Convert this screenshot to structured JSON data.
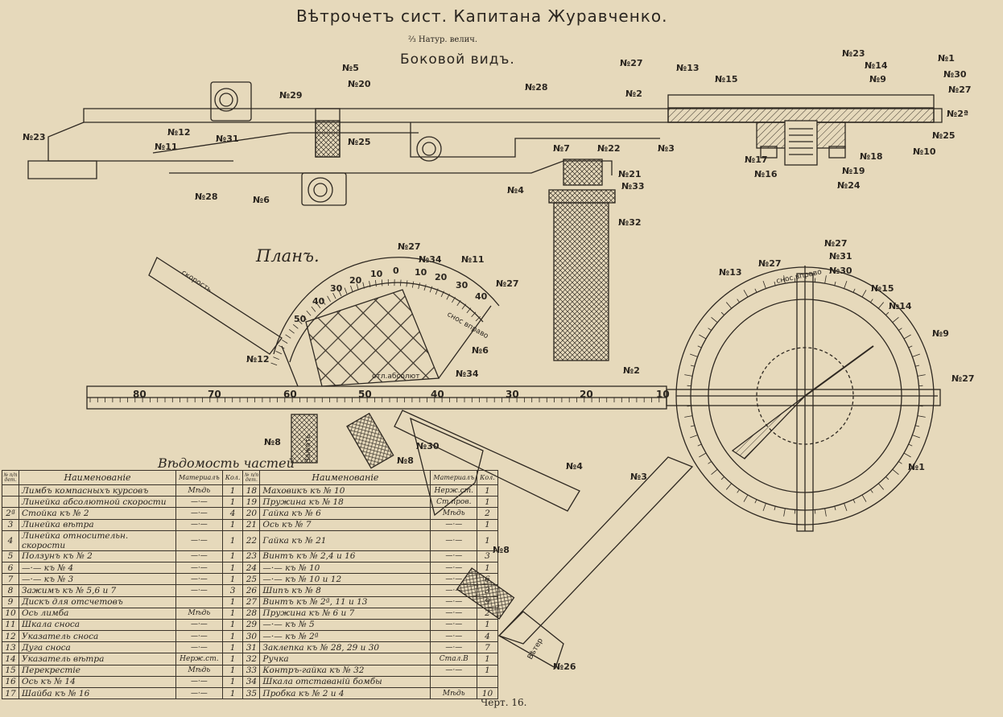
{
  "header": {
    "title": "Вѣтрочетъ сист. Капитана Журавченко.",
    "scale": "⅔ Натур. велич.",
    "side_view": "Боковой видъ.",
    "plan_view": "Планъ.",
    "parts_title": "Вѣдомость частей",
    "caption": "Черт. 16."
  },
  "side_labels": [
    "№23",
    "№12",
    "№11",
    "№29",
    "№31",
    "№5",
    "№20",
    "№25",
    "№28",
    "№6",
    "№28",
    "№7",
    "№22",
    "№21",
    "№33",
    "№32",
    "№4",
    "№3",
    "№2",
    "№27",
    "№13",
    "№15",
    "№23",
    "№14",
    "№9",
    "№1",
    "№30",
    "№27",
    "№2ª",
    "№25",
    "№10",
    "№18",
    "№19",
    "№24",
    "№17",
    "№16"
  ],
  "plan_labels": [
    "№27",
    "№34",
    "№11",
    "№27",
    "№6",
    "№34",
    "№12",
    "№2",
    "№8",
    "№8",
    "№30",
    "№4",
    "№3",
    "№8",
    "№26",
    "№27",
    "№31",
    "№30",
    "№13",
    "№27",
    "№15",
    "№14",
    "№9",
    "№27",
    "№1"
  ],
  "scale_marks": {
    "rule": [
      "80",
      "70",
      "60",
      "50",
      "40",
      "30",
      "20",
      "10"
    ],
    "arc": [
      "50",
      "40",
      "30",
      "20",
      "10",
      "0",
      "10",
      "20",
      "30",
      "40"
    ],
    "dial_tag": "снос вправо",
    "plate_tag": "отл.абсолют",
    "sector_tag": "снос вправо",
    "arm_tag": "скорость",
    "clamp_tag": "Зажать",
    "sight_tag": "Вѣтер"
  },
  "table": {
    "headers": [
      "№ п/п дет.",
      "Наименованіе",
      "Материалъ",
      "Кол.",
      "№ п/п дет.",
      "Наименованіе",
      "Материалъ",
      "Кол."
    ],
    "rows_left": [
      [
        "",
        "Лимбъ компасныхъ курсовъ",
        "Мѣдь",
        "1"
      ],
      [
        "",
        "Линейка абсолютной скорости",
        "—·—",
        "1"
      ],
      [
        "2ª",
        "Стойка къ № 2",
        "—·—",
        "4"
      ],
      [
        "3",
        "Линейка вѣтра",
        "—·—",
        "1"
      ],
      [
        "4",
        "Линейка относительн. скорости",
        "—·—",
        "1"
      ],
      [
        "5",
        "Ползунъ къ № 2",
        "—·—",
        "1"
      ],
      [
        "6",
        "—·— къ № 4",
        "—·—",
        "1"
      ],
      [
        "7",
        "—·— къ № 3",
        "—·—",
        "1"
      ],
      [
        "8",
        "Зажимъ къ № 5,6 и 7",
        "—·—",
        "3"
      ],
      [
        "9",
        "Дискъ для отсчетовъ",
        "",
        "1"
      ],
      [
        "10",
        "Ось лимба",
        "Мѣдь",
        "1"
      ],
      [
        "11",
        "Шкала сноса",
        "—·—",
        "1"
      ],
      [
        "12",
        "Указатель сноса",
        "—·—",
        "1"
      ],
      [
        "13",
        "Дуга сноса",
        "—·—",
        "1"
      ],
      [
        "14",
        "Указатель вѣтра",
        "Нерж.ст.",
        "1"
      ],
      [
        "15",
        "Перекрестіе",
        "Мѣдь",
        "1"
      ],
      [
        "16",
        "Ось къ № 14",
        "—·—",
        "1"
      ],
      [
        "17",
        "Шайба къ № 16",
        "—·—",
        "1"
      ]
    ],
    "rows_right": [
      [
        "18",
        "Маховикъ къ № 10",
        "Нерж.ст.",
        "1"
      ],
      [
        "19",
        "Пружина къ № 18",
        "Ст.пров.",
        "1"
      ],
      [
        "20",
        "Гайка къ № 6",
        "Мѣдь",
        "2"
      ],
      [
        "21",
        "Ось къ № 7",
        "—·—",
        "1"
      ],
      [
        "22",
        "Гайка къ № 21",
        "—·—",
        "1"
      ],
      [
        "23",
        "Винтъ къ № 2,4 и 16",
        "—·—",
        "3"
      ],
      [
        "24",
        "—·— къ № 10",
        "—·—",
        "1"
      ],
      [
        "25",
        "—·— къ № 10 и 12",
        "—·—",
        "6"
      ],
      [
        "26",
        "Шипъ къ № 8",
        "—·—",
        "3"
      ],
      [
        "27",
        "Винтъ къ № 2ª, 11 и 13",
        "—·—",
        "9"
      ],
      [
        "28",
        "Пружина къ № 6 и 7",
        "—·—",
        "2"
      ],
      [
        "29",
        "—·— къ № 5",
        "—·—",
        "1"
      ],
      [
        "30",
        "—·— къ № 2ª",
        "—·—",
        "4"
      ],
      [
        "31",
        "Заклепка къ № 28, 29 и 30",
        "—·—",
        "7"
      ],
      [
        "32",
        "Ручка",
        "Стал.В",
        "1"
      ],
      [
        "33",
        "Контръ-гайка къ № 32",
        "—·—",
        "1"
      ],
      [
        "34",
        "Шкала отставаній бомбы",
        "",
        ""
      ],
      [
        "35",
        "Пробка къ № 2 и 4",
        "Мѣдь",
        "10"
      ]
    ]
  }
}
